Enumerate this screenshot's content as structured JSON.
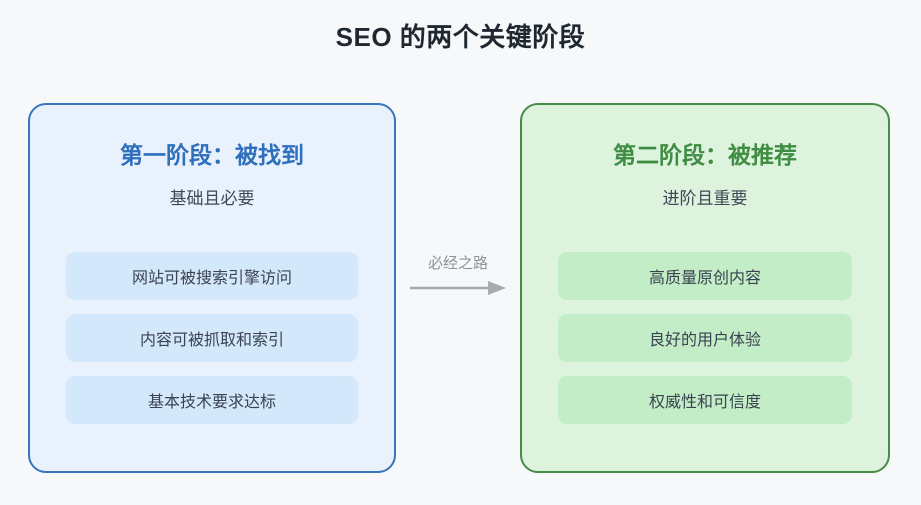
{
  "title": "SEO 的两个关键阶段",
  "connector": {
    "label": "必经之路"
  },
  "panels": [
    {
      "heading": "第一阶段：被找到",
      "subtitle": "基础且必要",
      "items": [
        "网站可被搜索引擎访问",
        "内容可被抓取和索引",
        "基本技术要求达标"
      ],
      "accent_color": "#2e6fbe",
      "border_color": "#3a74c0",
      "background_color": "#e8f1fc",
      "item_background_color": "#d4e8fb"
    },
    {
      "heading": "第二阶段：被推荐",
      "subtitle": "进阶且重要",
      "items": [
        "高质量原创内容",
        "良好的用户体验",
        "权威性和可信度"
      ],
      "accent_color": "#3e8d42",
      "border_color": "#468c46",
      "background_color": "#def3de",
      "item_background_color": "#c2edc6"
    }
  ],
  "colors": {
    "page_background": "#f7f8fa",
    "title_text": "#1f2730",
    "body_text": "#3b4351",
    "arrow": "#a6abb2",
    "arrow_label": "#8d939c"
  }
}
